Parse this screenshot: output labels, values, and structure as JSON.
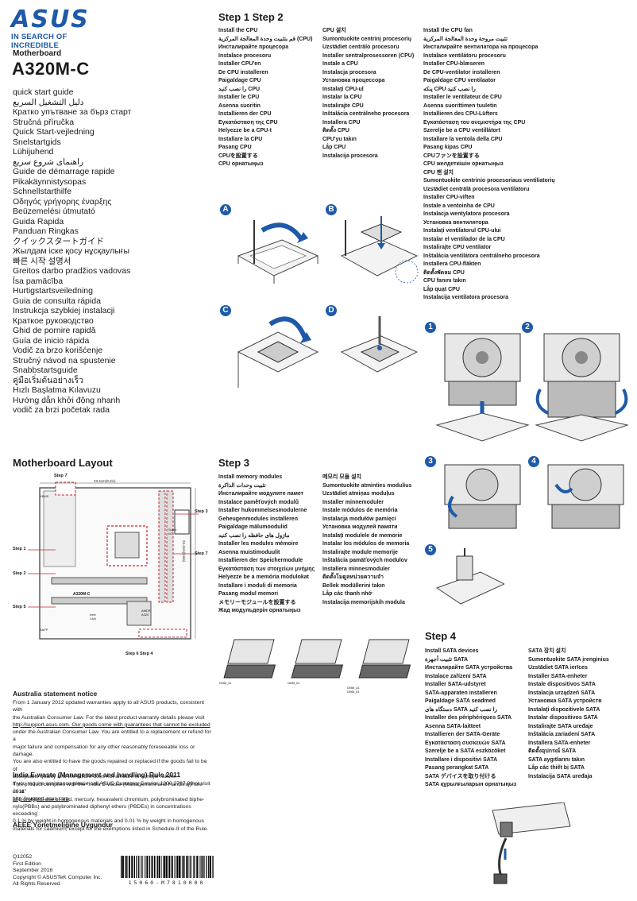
{
  "brand": {
    "logo_text": "ASUS",
    "tagline": "IN SEARCH OF INCREDIBLE",
    "color": "#1e5aa8"
  },
  "header": {
    "motherboard_label": "Motherboard",
    "model": "A320M-C"
  },
  "guide_titles": [
    "quick start guide",
    "دليل التشغيل السريع",
    "Кратко упътване за бърз старт",
    "Stručná příručka",
    "Quick Start-vejledning",
    "Snelstartgids",
    "Lühijuhend",
    "راهنمای شروع سریع",
    "Guide de démarrage rapide",
    "Pikakäynnistysopas",
    "Schnellstarthilfe",
    "Οδηγός γρήγορης έναρξης",
    "Beüzemelési útmutató",
    "Guida Rapida",
    "Panduan Ringkas",
    "クイックスタートガイド",
    "Жылдам іске қосу нұсқаулығы",
    "빠른 시작 설명서",
    "Greitos darbo pradžios vadovas",
    "Īsa pamācība",
    "Hurtigstartsveiledning",
    "Guia de consulta rápida",
    "Instrukcja szybkiej instalacji",
    "Краткое руководство",
    "Ghid de pornire rapidă",
    "Guía de inicio rápida",
    "Vodič za brzo korišćenje",
    "Stručný návod na spustenie",
    "Snabbstartsguide",
    "คู่มือเริ่มต้นอย่างเร็ว",
    "Hızlı Başlatma Kılavuzu",
    "Hướng dẫn khởi động nhanh",
    "vodič za brzi početak rada"
  ],
  "step12": {
    "title": "Step 1 Step 2",
    "col1": [
      "Install the CPU",
      "قم بتثبيت وحدة المعالجة المركزية (CPU)",
      "Инсталирайте процесора",
      "Instalace procesoru",
      "Installer CPU'en",
      "De CPU installeren",
      "Paigaldage CPU",
      "را نصب کنید CPU",
      "Installer le CPU",
      "Asenna suoritin",
      "Installieren der CPU",
      "Εγκατάσταση της CPU",
      "Helyezze be a CPU-t",
      "Installare la CPU",
      "Pasang CPU",
      "CPUを設置する",
      "CPU орнатыңыз"
    ],
    "col2": [
      "CPU 설치",
      "Sumontuokite centrinį procesorių",
      "Uzstādiet centrālo procesoru",
      "Installer sentralprosessoren (CPU)",
      "Instale a CPU",
      "Instalacja procesora",
      "Установка процессора",
      "Instalaţi CPU-ul",
      "Instalar la CPU",
      "Instalirajte CPU",
      "Inštalácia centrálneho procesora",
      "Installera CPU",
      "ติดตั้ง CPU",
      "CPU'yu takın",
      "Lắp CPU",
      "Instalacija procesora"
    ],
    "col3": [
      "Install the CPU fan",
      "تثبيت مروحة وحدة المعالجة المركزية",
      "Инсталирайте вентилатора на процесора",
      "Instalace ventilátoru procesoru",
      "Installer CPU-blæseren",
      "De CPU-ventilator installeren",
      "Paigaldage CPU ventilaator",
      "پنکه CPU را نصب کنید",
      "Installer le ventilateur de CPU",
      "Asenna suorittimen tuuletin",
      "Installieren des CPU-Lüfters",
      "Εγκατάσταση του ανεμιστήρα της CPU",
      "Szerelje be a CPU ventillátort",
      "Installare la ventola della CPU",
      "Pasang kipas CPU",
      "CPUファンを設置する",
      "CPU желдеткішін орнатыңыз",
      "CPU 팬 설치",
      "Sumontuokite centrinio procesoriaus ventiliatorių",
      "Uzstādiet centrālā procesora ventilatoru",
      "Installer CPU-viften",
      "Instale a ventoinha de CPU",
      "Instalacja wentylatora procesora",
      "Установка вентилятора",
      "Instalaţi ventilatorul CPU-ului",
      "Instalar el ventilador de la CPU",
      "Instalirajte CPU ventilator",
      "Inštalácia ventilátora centrálneho procesora",
      "Installera CPU-fläkten",
      "ติดตั้งพัดลม CPU",
      "CPU fanını takın",
      "Lắp quạt CPU",
      "Instalacija ventilatora procesora"
    ],
    "fig_labels": [
      "A",
      "B",
      "C",
      "D"
    ],
    "fan_labels": [
      "1",
      "2",
      "3",
      "4",
      "5"
    ]
  },
  "layout": {
    "title": "Motherboard Layout",
    "step_labels": [
      "Step 7",
      "Step 3",
      "Step 1",
      "Step 7",
      "Step 2",
      "Step 5",
      "Step 6 Step 4"
    ],
    "dimension_w": "23.4cm(9.2in)",
    "dimension_h": "24.4cm(9.6in)",
    "board_text": [
      "A320M-C",
      "AMD® A320",
      "Super I/O",
      "Intel LAN",
      "KBMS",
      "AAFP"
    ]
  },
  "step3": {
    "title": "Step 3",
    "col1": [
      "Install memory modules",
      "تثبيت وحدات الذاكرة",
      "Инсталирайте модулите памет",
      "Instalace paměťových modulů",
      "Installer hukommelsesmodulerne",
      "Geheugenmodules installeren",
      "Paigaldage mälumoodulid",
      "ماژول های حافظه را نصب کنید",
      "Installer les modules mémoire",
      "Asenna muistimoduulit",
      "Installieren der Speichermodule",
      "Εγκατάσταση των στοιχείων μνήμης",
      "Helyezze be a memória modulokat",
      "Installare i moduli di memoria",
      "Pasang modul memori",
      "メモリーモジュールを設置する",
      "Жад модульдерін орнатыңыз"
    ],
    "col2": [
      "메모리 모듈 설치",
      "Sumontuokite atminties modulius",
      "Uzstādiet atmiņas moduļus",
      "Installer minnemoduler",
      "Instale módulos de memória",
      "Instalacja modułów pamięci",
      "Установка модулей памяти",
      "Instalaţi modulele de memorie",
      "Instalar los módulos de memoria",
      "Instalirajte module memorije",
      "Inštalácia pamäťových modulov",
      "Installera minnesmoduler",
      "ติดตั้งโมดูลหน่วยความจำ",
      "Bellek modüllerini takın",
      "Lắp các thanh nhớ",
      "Instalacija memorijskih modula"
    ],
    "dimm_labels": [
      "DIMM_A1",
      "DIMM_B1",
      "DIMM_A1",
      "DIMM_B1"
    ]
  },
  "step4": {
    "title": "Step 4",
    "col1": [
      "Install SATA devices",
      "تثبيت أجهزة SATA",
      "Инсталирайте SATA устройства",
      "Instalace zařízení SATA",
      "Installer SATA-udstyret",
      "SATA-apparaten installeren",
      "Paigaldage SATA seadmed",
      "دستگاه های SATA را نصب کنید",
      "Installer des périphériques SATA",
      "Asenna SATA-laitteet",
      "Installieren der SATA-Geräte",
      "Εγκατάσταση συσκευών SATA",
      "Szerelje be a SATA eszközöket",
      "Installare i dispositivi SATA",
      "Pasang perangkat SATA",
      "SATA デバイスを取り付ける",
      "SATA құрылғыларын орнатыңыз"
    ],
    "col2": [
      "SATA 장치 설치",
      "Sumontuokite SATA įrenginius",
      "Uzstādiet SATA ierīces",
      "Installer SATA-enheter",
      "Instale dispositivos SATA",
      "Instalacja urządzeń SATA",
      "Установка SATA устройств",
      "Instalaţi dispozitivele SATA",
      "Instalar dispositivos SATA",
      "Instalirajte SATA uređaje",
      "Inštalácia zariadení SATA",
      "Installera SATA-enheter",
      "ติดตั้งอุปกรณ์ SATA",
      "SATA aygıtlarını takın",
      "Lắp các thiết bị SATA",
      "Instalacija SATA uređaja"
    ]
  },
  "notices": {
    "australia_title": "Australia statement notice",
    "australia_body": [
      "From 1 January 2012 updated warranties apply to all ASUS products, consistent with",
      "the Australian Consumer Law. For the latest product warranty details please visit",
      "http://support.asus.com. Our goods come with guarantees that cannot be excluded",
      "under the Australian Consumer Law. You are entitled to a replacement or refund for a",
      "major failure and compensation for any other reasonably foreseeable loss or damage.",
      "You are also entitled to have the goods repaired or replaced if the goods fail to be of",
      "acceptable quality and the failure does not amount to a major failure.",
      "If you require assistance please call ASUS Customer Service 1300 2787 88 or visit us at",
      "http://support.asus.com"
    ],
    "india_title": "India E-waste (Management and handling) Rule 2011",
    "india_body": [
      "This product complies with the \"India E-waste (Management and Handling)Rule 2011\"",
      "and prohibits use of lead, mercury, hexavalent chromium, polybrominated biphe-",
      "nyls(PBBs) and polybrominated diphenyl ethers (PBDEs) in concentrations exceeding",
      "0.1 % by weight in homogenous materials and 0.01 % by weight in homogenous",
      "materials for cadmium, except for the exemptions listed in Schedule-II of the Rule."
    ],
    "aeee_title": "AEEE Yönetmeliğine Uygundur"
  },
  "footer": {
    "lines": [
      "Q12052",
      "First Edition",
      "September 2016",
      "Copyright © ASUSTeK Computer Inc.",
      "All Rights Reserved"
    ],
    "barcode_number": "15060-M7810000"
  }
}
